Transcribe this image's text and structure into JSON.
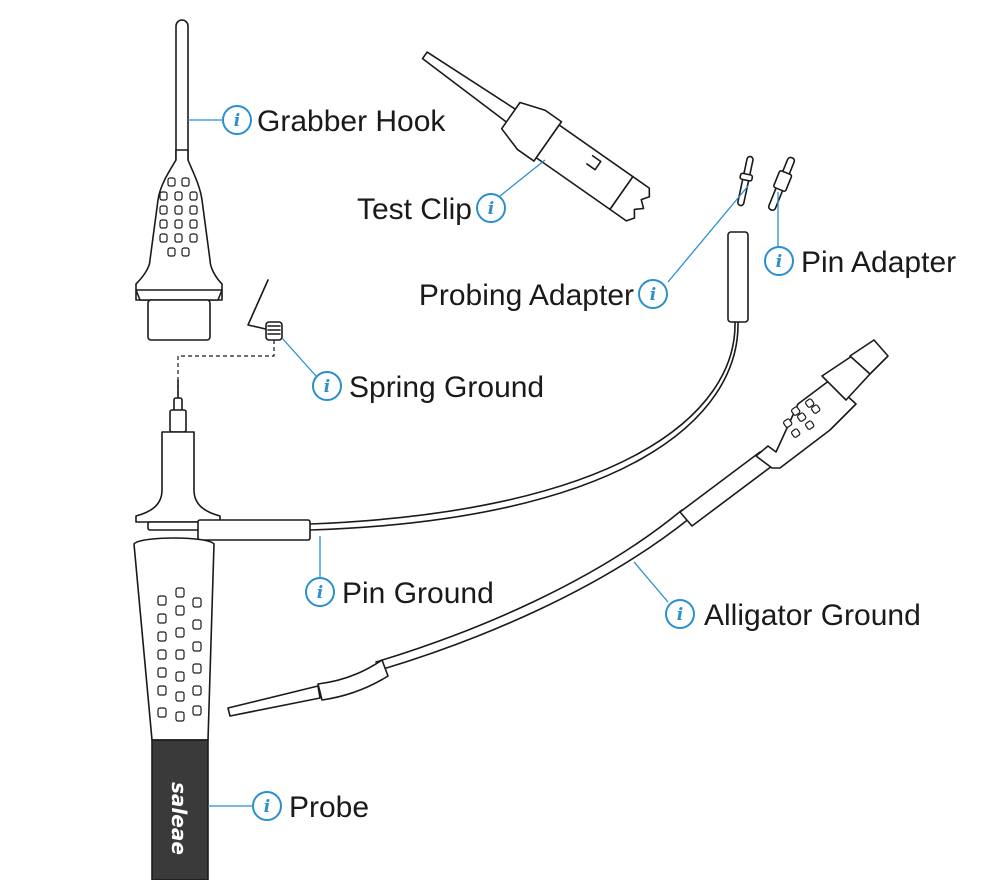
{
  "labels": {
    "grabber_hook": "Grabber Hook",
    "test_clip": "Test Clip",
    "pin_adapter": "Pin Adapter",
    "probing_adapter": "Probing Adapter",
    "spring_ground": "Spring Ground",
    "pin_ground": "Pin Ground",
    "alligator_ground": "Alligator Ground",
    "probe": "Probe"
  },
  "brand_mark": "saleae",
  "info_glyph": "i",
  "colors": {
    "accent": "#2a8fd1",
    "line": "#1a1a1a",
    "probe_body": "#3a3a3a"
  },
  "icons": {
    "info": "info-circle-icon"
  }
}
